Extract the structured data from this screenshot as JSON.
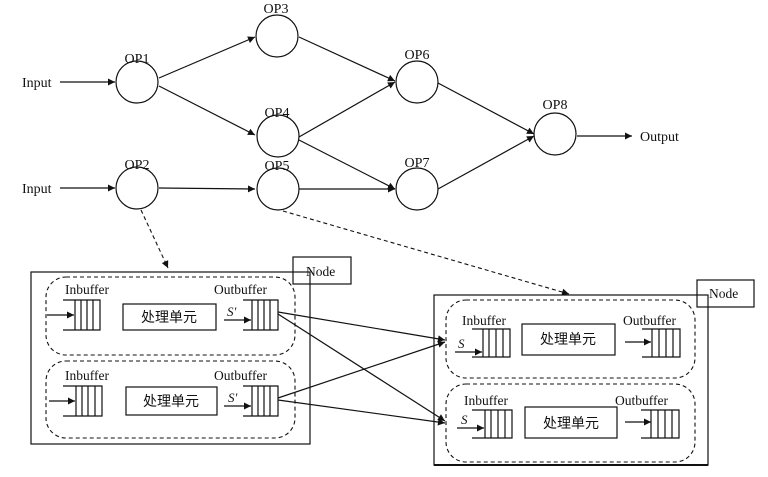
{
  "dataflow_graph": {
    "operators": [
      {
        "id": "op1",
        "label": "OP1"
      },
      {
        "id": "op2",
        "label": "OP2"
      },
      {
        "id": "op3",
        "label": "OP3"
      },
      {
        "id": "op4",
        "label": "OP4"
      },
      {
        "id": "op5",
        "label": "OP5"
      },
      {
        "id": "op6",
        "label": "OP6"
      },
      {
        "id": "op7",
        "label": "OP7"
      },
      {
        "id": "op8",
        "label": "OP8"
      }
    ],
    "inputs": [
      {
        "label": "Input",
        "to": "op1"
      },
      {
        "label": "Input",
        "to": "op2"
      }
    ],
    "output": {
      "label": "Output",
      "from": "op8"
    },
    "edges": [
      [
        "op1",
        "op3"
      ],
      [
        "op1",
        "op4"
      ],
      [
        "op2",
        "op5"
      ],
      [
        "op3",
        "op6"
      ],
      [
        "op4",
        "op6"
      ],
      [
        "op4",
        "op7"
      ],
      [
        "op5",
        "op7"
      ],
      [
        "op6",
        "op8"
      ],
      [
        "op7",
        "op8"
      ]
    ],
    "mappings": [
      {
        "from": "op2",
        "to": "node-left",
        "style": "dashed"
      },
      {
        "from": "op5",
        "to": "node-right",
        "style": "dashed"
      }
    ]
  },
  "nodes": {
    "left": {
      "label": "Node",
      "units": [
        {
          "inbuffer": "Inbuffer",
          "processor": "处理单元",
          "outbuffer": "Outbuffer",
          "out_signal": "S'"
        },
        {
          "inbuffer": "Inbuffer",
          "processor": "处理单元",
          "outbuffer": "Outbuffer",
          "out_signal": "S'"
        }
      ]
    },
    "right": {
      "label": "Node",
      "units": [
        {
          "inbuffer": "Inbuffer",
          "processor": "处理单元",
          "outbuffer": "Outbuffer",
          "in_signal": "S"
        },
        {
          "inbuffer": "Inbuffer",
          "processor": "处理单元",
          "outbuffer": "Outbuffer",
          "in_signal": "S"
        }
      ]
    }
  }
}
